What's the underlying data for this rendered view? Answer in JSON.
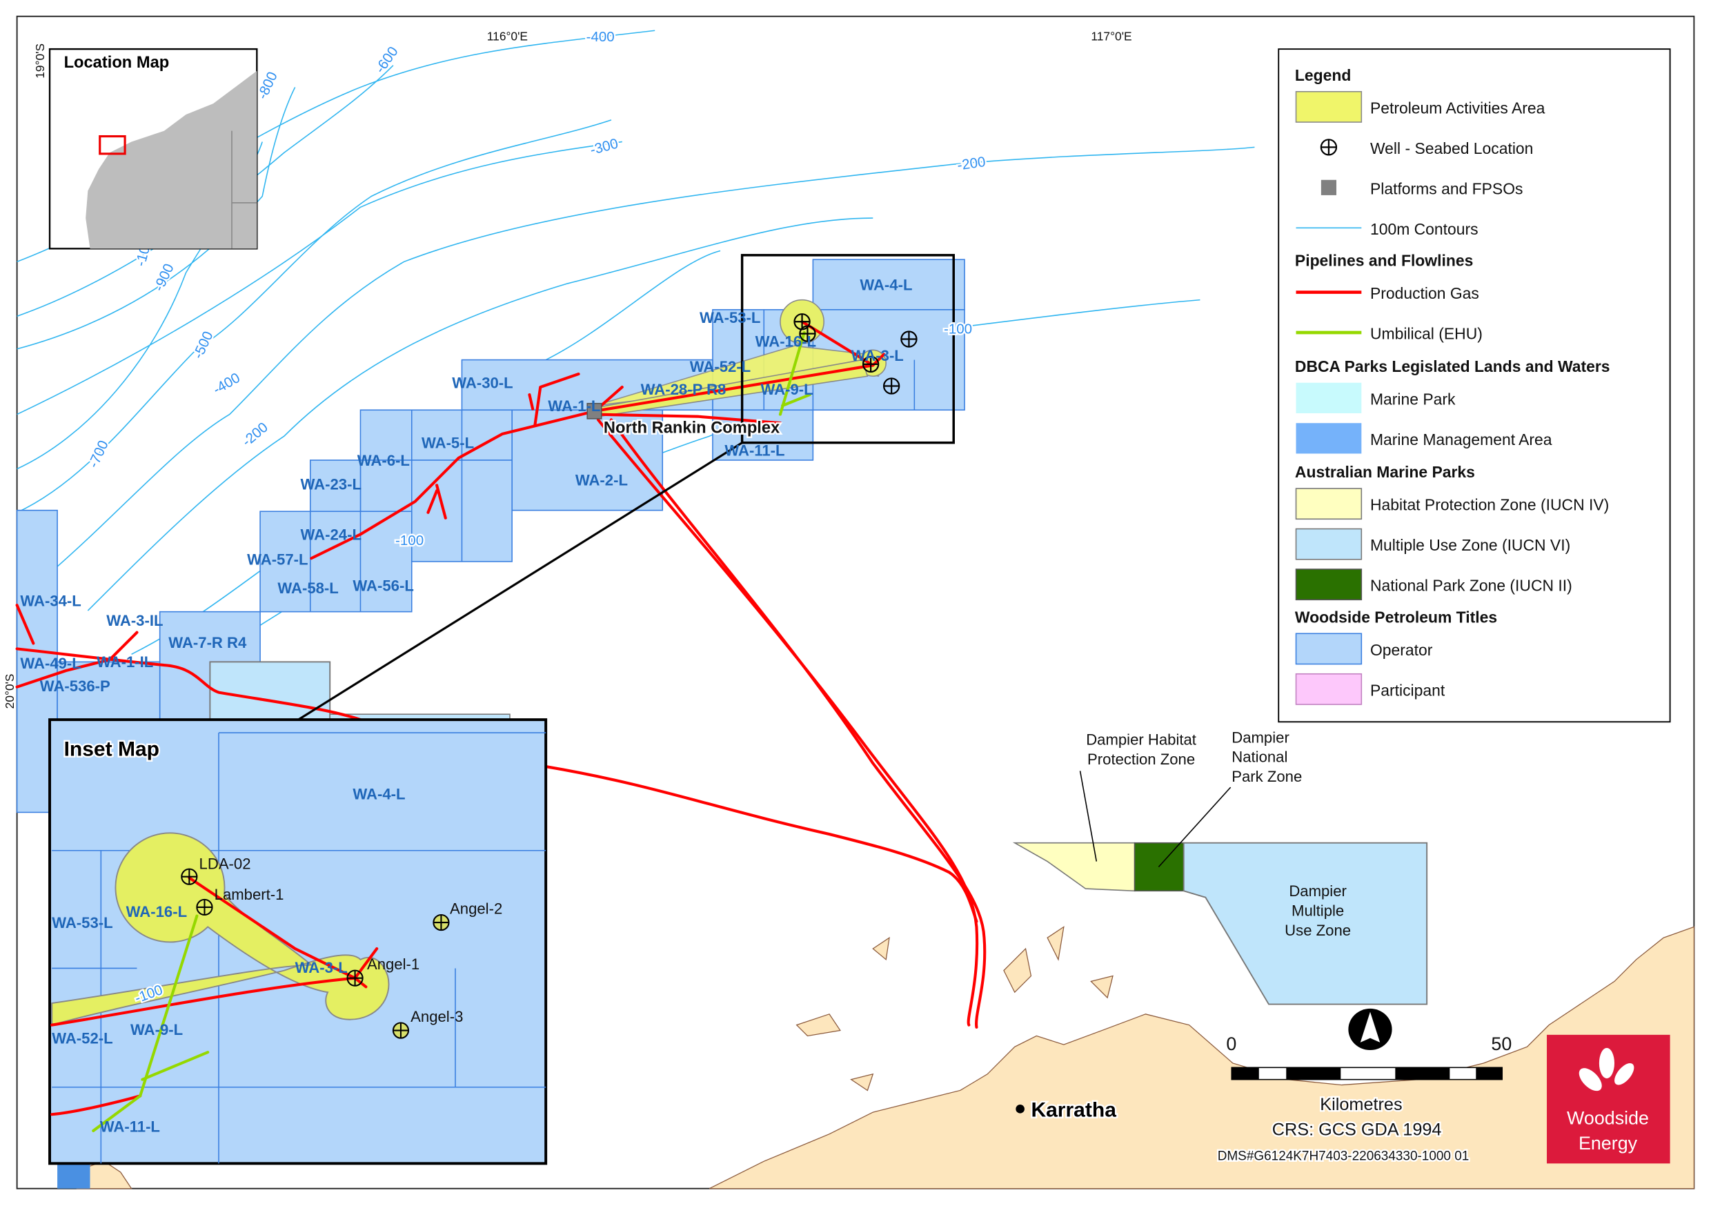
{
  "graticule": {
    "lon1": "116°0'E",
    "lon2": "117°0'E",
    "lat1": "19°0'S",
    "lat2": "20°0'S"
  },
  "location_map": {
    "title": "Location Map"
  },
  "inset_map": {
    "title": "Inset Map"
  },
  "contour_labels": [
    "-400",
    "-600",
    "-800",
    "-300",
    "-200",
    "-100",
    "-100",
    "-200",
    "-400",
    "-500",
    "-700",
    "-900",
    "-10",
    "-100"
  ],
  "blocks": [
    "WA-4-L",
    "WA-53-L",
    "WA-16-L",
    "WA-3-L",
    "WA-52-L",
    "WA-28-P R8",
    "WA-9-L",
    "WA-30-L",
    "WA-1-L",
    "WA-5-L",
    "WA-6-L",
    "WA-23-L",
    "WA-2-L",
    "WA-11-L",
    "WA-24-L",
    "WA-57-L",
    "WA-58-L",
    "WA-56-L",
    "WA-34-L",
    "WA-3-IL",
    "WA-7-R R4",
    "WA-49-L",
    "WA-1-IL",
    "WA-536-P"
  ],
  "facility": "North Rankin Complex",
  "inset_blocks": [
    "WA-4-L",
    "WA-53-L",
    "WA-16-L",
    "WA-3-L",
    "WA-52-L",
    "WA-9-L",
    "WA-11-L"
  ],
  "wells": [
    "LDA-02",
    "Lambert-1",
    "Angel-2",
    "Angel-1",
    "Angel-3"
  ],
  "zones": {
    "habitat": [
      "Dampier Habitat",
      "Protection Zone"
    ],
    "national": [
      "Dampier",
      "National",
      "Park Zone"
    ],
    "multiple": [
      "Dampier",
      "Multiple",
      "Use Zone"
    ]
  },
  "town": "Karratha",
  "scale": {
    "zero": "0",
    "max": "50",
    "unit": "Kilometres"
  },
  "crs": "CRS: GCS GDA 1994",
  "doc_ref": "DMS#G6124K7H7403-220634330-1000 01",
  "logo": {
    "line1": "Woodside",
    "line2": "Energy",
    "color": "#dc1a3c"
  },
  "legend": {
    "title": "Legend",
    "items": [
      "Petroleum Activities Area",
      "Well - Seabed Location",
      "Platforms and FPSOs",
      "100m Contours"
    ],
    "pipelines_heading": "Pipelines and Flowlines",
    "pipelines": [
      "Production Gas",
      "Umbilical (EHU)"
    ],
    "dbca_heading": "DBCA Parks Legislated Lands and Waters",
    "dbca": [
      "Marine Park",
      "Marine Management Area"
    ],
    "amp_heading": "Australian Marine Parks",
    "amp": [
      "Habitat Protection Zone (IUCN IV)",
      "Multiple Use Zone (IUCN VI)",
      "National Park Zone (IUCN II)"
    ],
    "titles_heading": "Woodside Petroleum Titles",
    "titles": [
      "Operator",
      "Participant"
    ]
  },
  "colors": {
    "activity": "#f0f56a",
    "pipeline": "#ff0000",
    "umbilical": "#95d800",
    "operator": "#b3d6fa",
    "land": "#fde6bd",
    "contour": "#2fb5f0"
  }
}
